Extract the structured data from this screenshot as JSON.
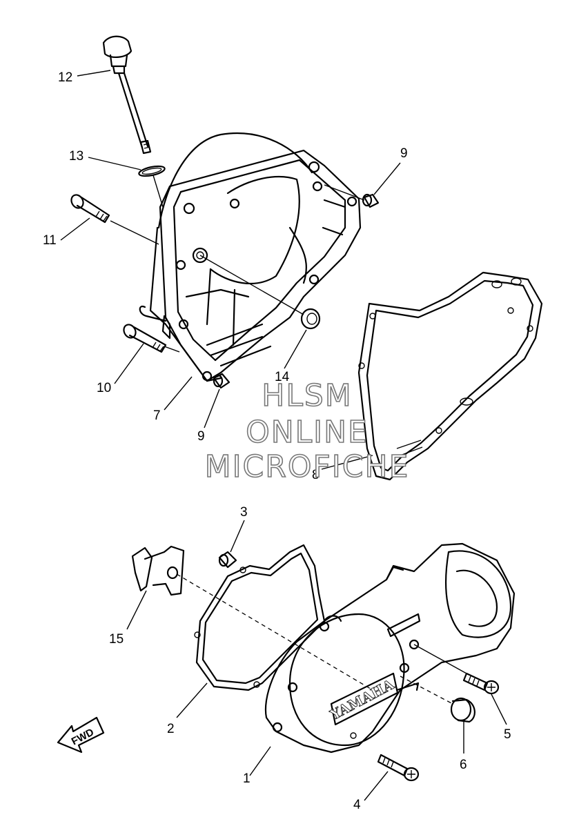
{
  "callouts": {
    "p1": "1",
    "p2": "2",
    "p3": "3",
    "p4": "4",
    "p5": "5",
    "p6": "6",
    "p7": "7",
    "p8": "8",
    "p9a": "9",
    "p9b": "9",
    "p10": "10",
    "p11": "11",
    "p12": "12",
    "p13": "13",
    "p14": "14",
    "p15": "15"
  },
  "watermark": {
    "line1": "HLSM",
    "line2": "ONLINE",
    "line3": "MICROFICHE"
  },
  "cover_logo": "YAMAHA",
  "direction_label": "FWD"
}
